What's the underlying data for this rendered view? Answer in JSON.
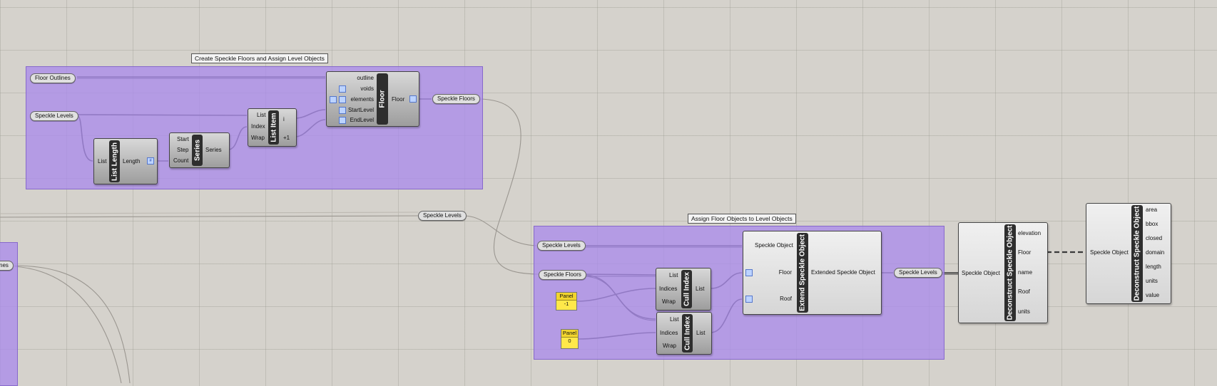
{
  "groups": {
    "create_floors": "Create Speckle Floors and Assign Level Objects",
    "assign_floors": "Assign Floor Objects to Level Objects"
  },
  "params": {
    "floor_outlines": "Floor Outlines",
    "speckle_levels_1": "Speckle Levels",
    "speckle_floors_out": "Speckle Floors",
    "speckle_levels_mid": "Speckle Levels",
    "speckle_levels_2": "Speckle Levels",
    "speckle_floors_in": "Speckle Floors",
    "speckle_levels_out": "Speckle Levels",
    "left_param": "nes"
  },
  "components": {
    "list_length": {
      "title": "List Length",
      "input": "List",
      "output": "Length",
      "hint": "#"
    },
    "series": {
      "title": "Series",
      "inputs": [
        "Start",
        "Step",
        "Count"
      ],
      "output": "Series"
    },
    "list_item": {
      "title": "List Item",
      "inputs": [
        "List",
        "Index",
        "Wrap"
      ],
      "outputs": [
        "i",
        "+1"
      ]
    },
    "floor": {
      "title": "Floor",
      "inputs": [
        "outline",
        "voids",
        "elements",
        "StartLevel",
        "EndLevel"
      ],
      "output": "Floor"
    },
    "cull_index_1": {
      "title": "Cull Index",
      "inputs": [
        "List",
        "Indices",
        "Wrap"
      ],
      "output": "List"
    },
    "cull_index_2": {
      "title": "Cull Index",
      "inputs": [
        "List",
        "Indices",
        "Wrap"
      ],
      "output": "List"
    },
    "extend": {
      "title": "Extend Speckle Object",
      "inputs": [
        "Speckle Object",
        "Floor",
        "Roof"
      ],
      "output": "Extended Speckle Object"
    },
    "deconstruct_1": {
      "title": "Deconstruct Speckle Object",
      "input": "Speckle Object",
      "outputs": [
        "elevation",
        "Floor",
        "name",
        "Roof",
        "units"
      ]
    },
    "deconstruct_2": {
      "title": "Deconstruct Speckle Object",
      "input": "Speckle Object",
      "outputs": [
        "area",
        "bbox",
        "closed",
        "domain",
        "length",
        "units",
        "value"
      ]
    }
  },
  "panels": {
    "panel_1": {
      "header": "Panel",
      "value": "-1"
    },
    "panel_2": {
      "header": "Panel",
      "value": "0"
    }
  }
}
